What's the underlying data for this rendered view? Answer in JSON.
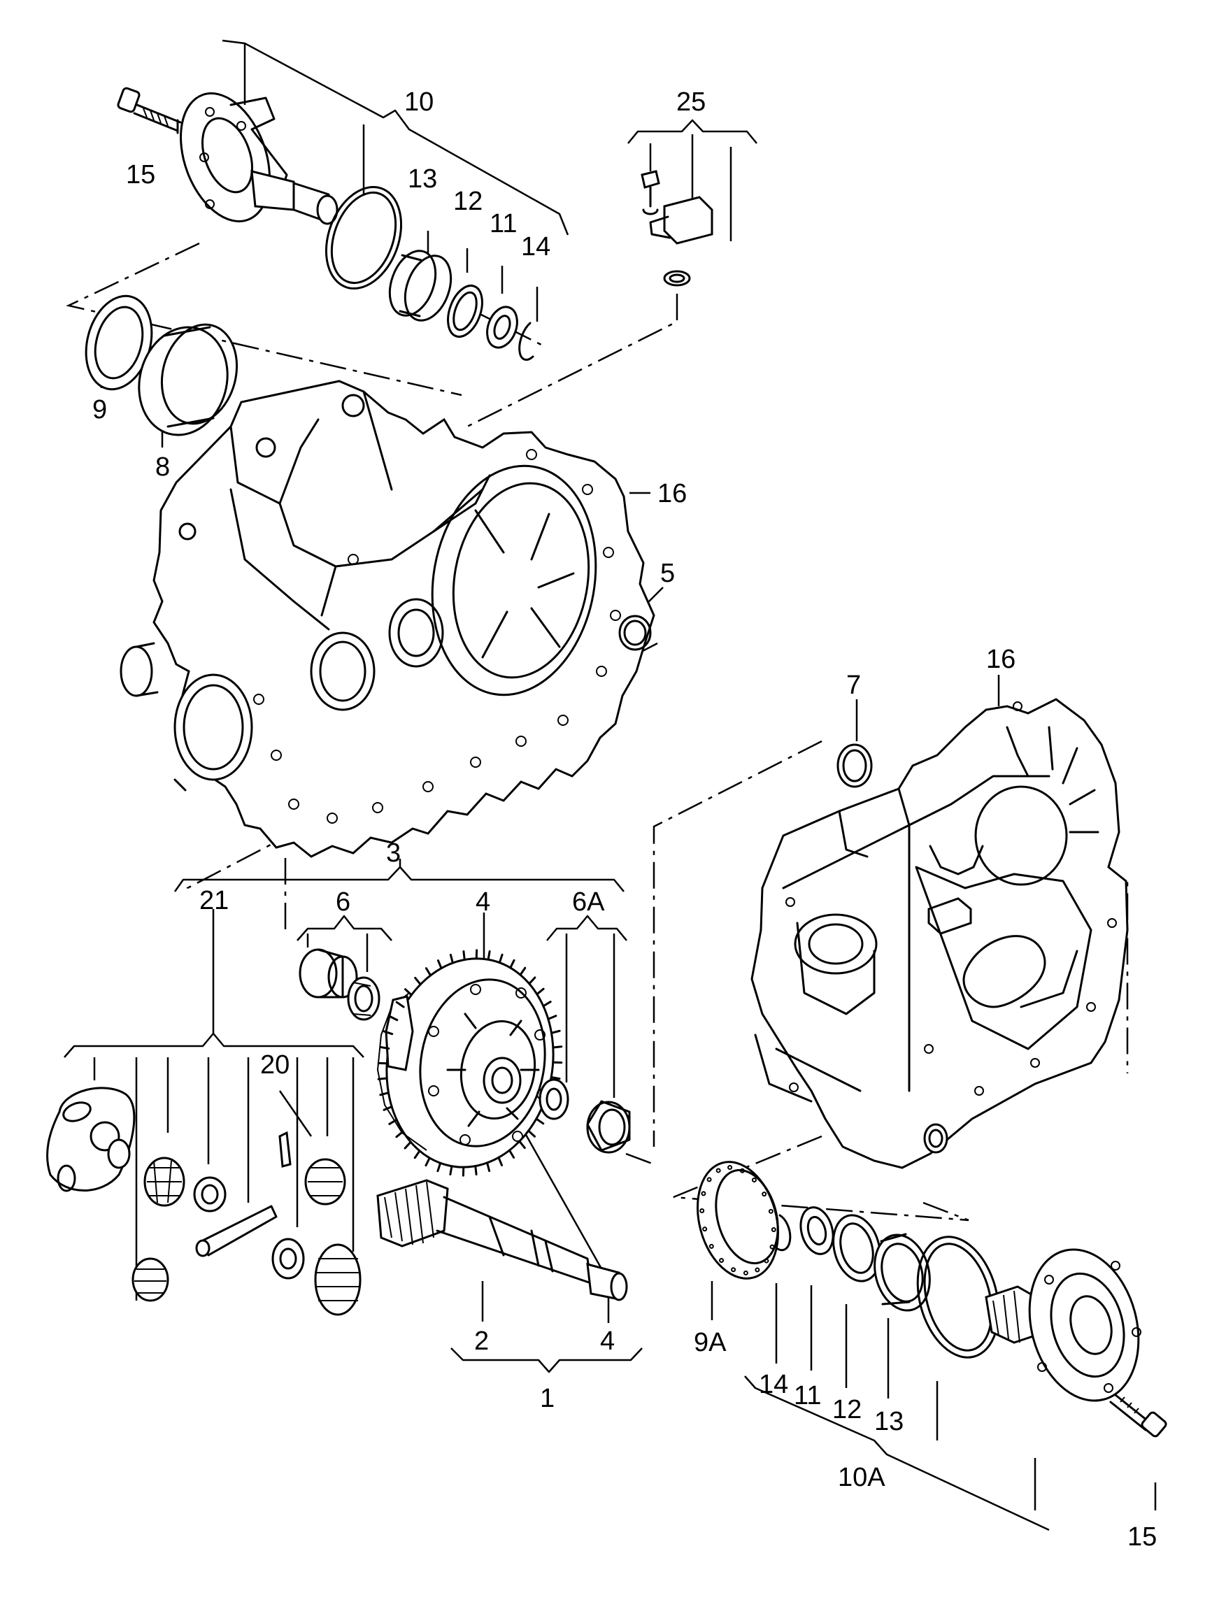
{
  "callouts": {
    "c10": "10",
    "c25": "25",
    "c15a": "15",
    "c13a": "13",
    "c12a": "12",
    "c11a": "11",
    "c14a": "14",
    "c9": "9",
    "c8": "8",
    "c16a": "16",
    "c5": "5",
    "c7": "7",
    "c16b": "16",
    "c3": "3",
    "c21": "21",
    "c6": "6",
    "c4a": "4",
    "c6A": "6A",
    "c20": "20",
    "c2": "2",
    "c4b": "4",
    "c1": "1",
    "c9A": "9A",
    "c14b": "14",
    "c11b": "11",
    "c12b": "12",
    "c13b": "13",
    "c10A": "10A",
    "c15b": "15"
  }
}
